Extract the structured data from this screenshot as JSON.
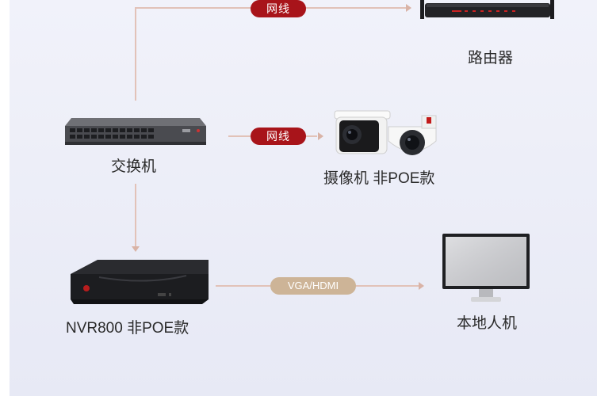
{
  "connections": {
    "router_link": "网线",
    "camera_link": "网线",
    "display_link": "VGA/HDMI"
  },
  "devices": {
    "router": "路由器",
    "switch": "交换机",
    "camera": "摄像机 非POE款",
    "nvr": "NVR800 非POE款",
    "monitor": "本地人机"
  },
  "colors": {
    "link_pill": "#a8141a",
    "video_pill": "#cdb497",
    "connector_line": "#e2c2b8"
  }
}
